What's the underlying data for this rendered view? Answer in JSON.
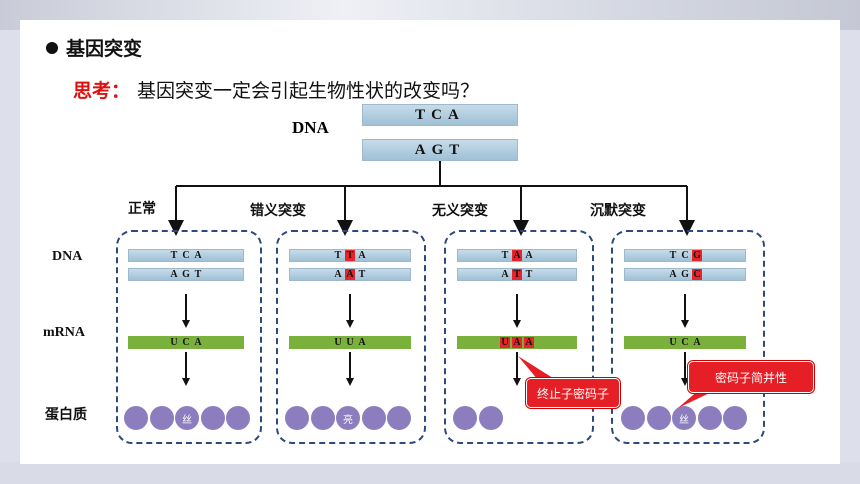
{
  "heading": "基因突变",
  "question": {
    "label": "思考：",
    "text": "基因突变一定会引起生物性状的改变吗？"
  },
  "dna_label": "DNA",
  "top_dna": {
    "strand1": [
      "T",
      "C",
      "A"
    ],
    "strand2": [
      "A",
      "G",
      "T"
    ]
  },
  "row_labels": {
    "dna": "DNA",
    "mrna": "mRNA",
    "protein": "蛋白质"
  },
  "cases": [
    {
      "name": "正常",
      "dna1": [
        "T",
        "C",
        "A"
      ],
      "dna2": [
        "A",
        "G",
        "T"
      ],
      "mrna": [
        "U",
        "C",
        "A"
      ],
      "mutated": [],
      "amino_acid": "丝",
      "circles": 5,
      "callout": ""
    },
    {
      "name": "错义突变",
      "dna1": [
        "T",
        "T",
        "A"
      ],
      "dna2": [
        "A",
        "A",
        "T"
      ],
      "mrna": [
        "U",
        "U",
        "A"
      ],
      "mutated": [
        1
      ],
      "amino_acid": "亮",
      "circles": 5,
      "callout": ""
    },
    {
      "name": "无义突变",
      "dna1": [
        "T",
        "A",
        "A"
      ],
      "dna2": [
        "A",
        "T",
        "T"
      ],
      "mrna": [
        "U",
        "A",
        "A"
      ],
      "mutated": [
        1
      ],
      "mrna_highlight": true,
      "amino_acid": "",
      "circles": 2,
      "callout": "终止子密码子"
    },
    {
      "name": "沉默突变",
      "dna1": [
        "T",
        "C",
        "G"
      ],
      "dna2": [
        "A",
        "G",
        "C"
      ],
      "mrna": [
        "U",
        "C",
        "A"
      ],
      "mutated": [
        2
      ],
      "amino_acid": "丝",
      "circles": 5,
      "callout": "密码子简并性"
    }
  ],
  "colors": {
    "mutation": "#e8242a",
    "mrna": "#7ab03c",
    "protein": "#8c7dbf",
    "box_border": "#2f4a7a"
  }
}
